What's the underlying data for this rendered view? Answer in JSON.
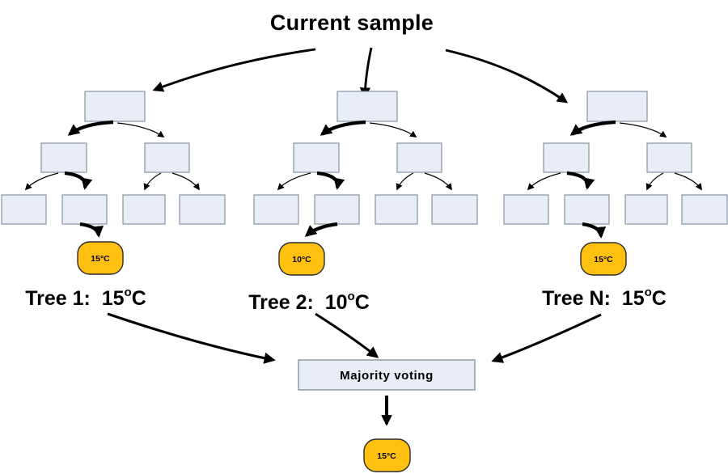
{
  "title": "Current sample",
  "colors": {
    "background": "#FFFFFF",
    "text": "#000000",
    "arrow": "#000000",
    "node_fill": "#E9EEF6",
    "node_stroke": "#8593A3",
    "result_fill": "#FFC010",
    "result_stroke": "#2B2B2B"
  },
  "trees": [
    {
      "label": {
        "prefix": "Tree 1:  15",
        "sup": "o",
        "suffix": "C"
      },
      "badge": "15°C"
    },
    {
      "label": {
        "prefix": "Tree 2:  10",
        "sup": "o",
        "suffix": "C"
      },
      "badge": "10°C"
    },
    {
      "label": {
        "prefix": "Tree N:  15",
        "sup": "o",
        "suffix": "C"
      },
      "badge": "15°C"
    }
  ],
  "voting": {
    "label": "Majority voting"
  },
  "final": {
    "badge": "15°C"
  }
}
